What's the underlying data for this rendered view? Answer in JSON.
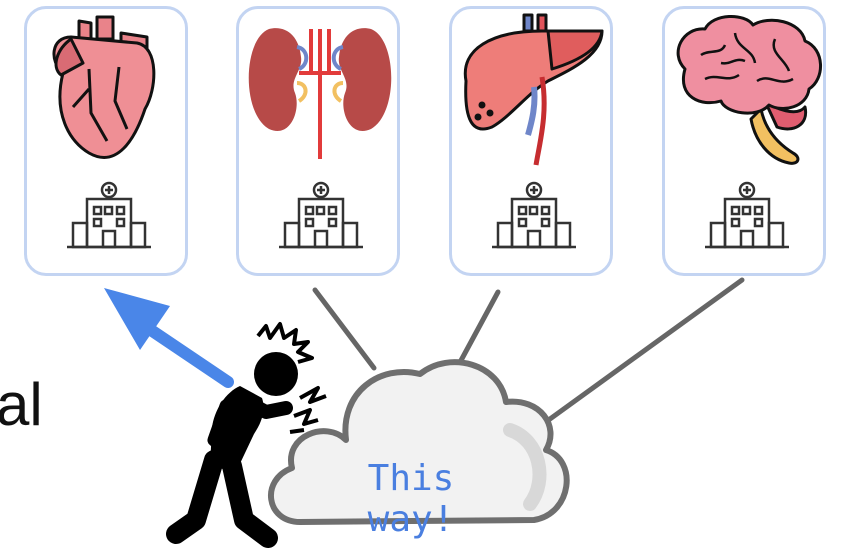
{
  "caption": "This way!",
  "left_fragment": "al",
  "organs": [
    {
      "name": "heart"
    },
    {
      "name": "kidneys"
    },
    {
      "name": "liver"
    },
    {
      "name": "brain"
    }
  ],
  "colors": {
    "card_border": "#c3d4f2",
    "arrow": "#4a86e8",
    "caption": "#4a7fe0",
    "cloud_fill": "#f2f2f2",
    "organ_pink": "#ef8f95",
    "kidney_red": "#b74a48"
  },
  "icons": [
    "heart-icon",
    "kidneys-icon",
    "liver-icon",
    "brain-icon",
    "hospital-icon",
    "pain-burst-icon",
    "person-in-pain-icon",
    "cloud-icon",
    "arrow-icon"
  ]
}
